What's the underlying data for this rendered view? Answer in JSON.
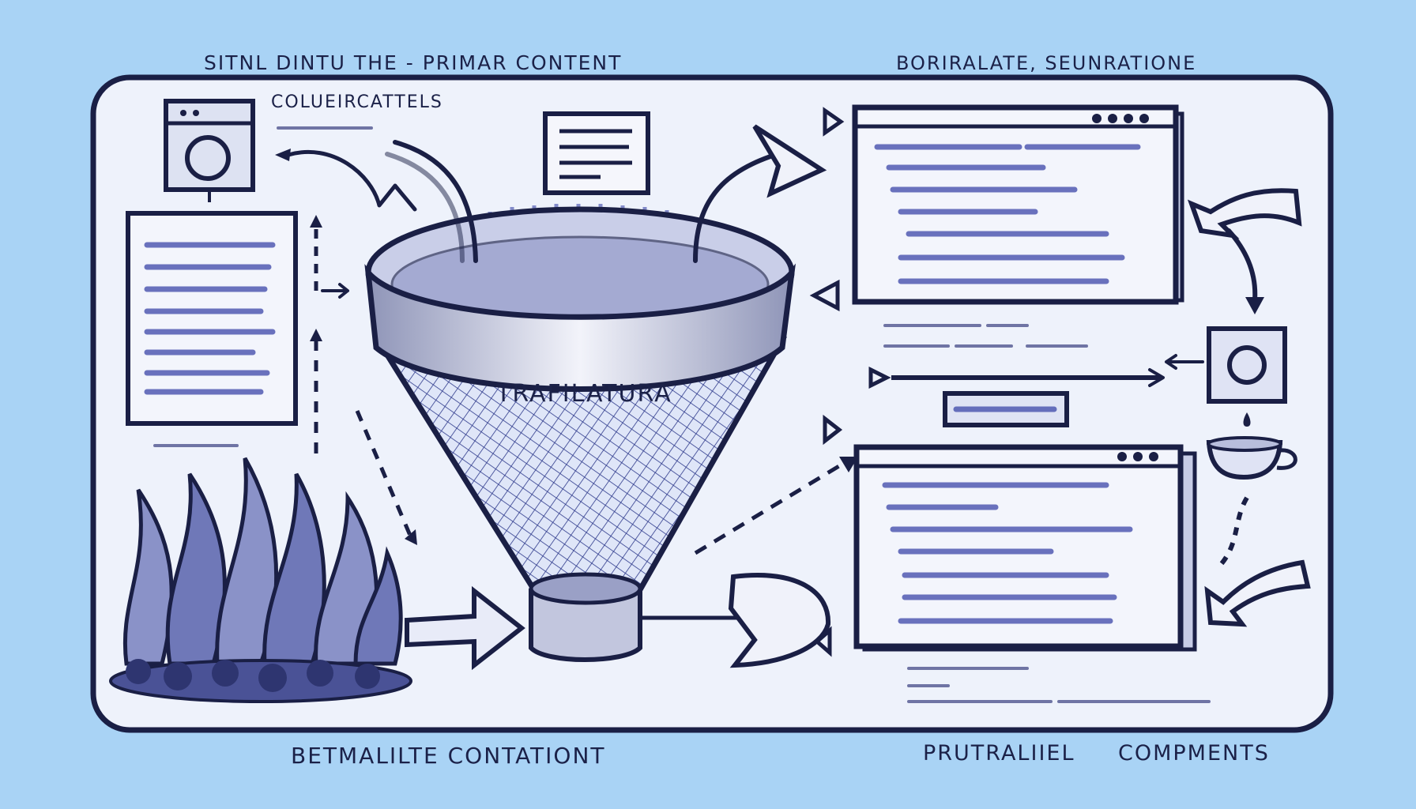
{
  "labels": {
    "top_left": "SITNL DINTU THE - PRIMAR CONTENT",
    "top_right": "BORIRALATE, SEUNRATIONE",
    "icon_caption": "COLUEIRCATTELS",
    "funnel": "TRAFILATURA",
    "bottom_left": "BETMALILTE CONTATIONT",
    "bottom_right_a": "PRUTRALIIEL",
    "bottom_right_b": "COMPMENTS"
  },
  "colors": {
    "background": "#a9d3f5",
    "panel": "#eef2fb",
    "ink": "#1a1f45",
    "scribble": "#3b46a8"
  },
  "icons": [
    "browser-window-icon",
    "document-icon",
    "fire-icon",
    "funnel-icon",
    "code-window-icon",
    "camera-icon",
    "teacup-icon"
  ]
}
